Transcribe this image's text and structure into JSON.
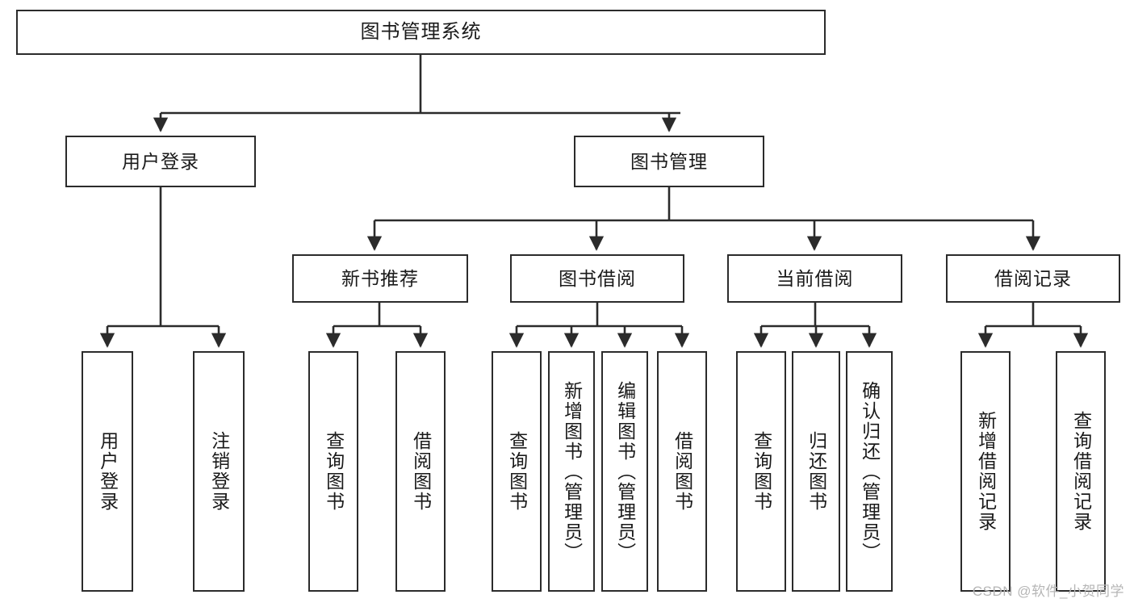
{
  "diagram": {
    "title": "图书管理系统",
    "type": "tree-hierarchy",
    "root": {
      "label": "图书管理系统"
    },
    "level2": [
      {
        "label": "用户登录"
      },
      {
        "label": "图书管理"
      }
    ],
    "level3": [
      {
        "label": "新书推荐"
      },
      {
        "label": "图书借阅"
      },
      {
        "label": "当前借阅"
      },
      {
        "label": "借阅记录"
      }
    ],
    "leaves": {
      "user_login": [
        {
          "label": "用户登录"
        },
        {
          "label": "注销登录"
        }
      ],
      "new_book_recommend": [
        {
          "label": "查询图书"
        },
        {
          "label": "借阅图书"
        }
      ],
      "book_borrow": [
        {
          "label": "查询图书"
        },
        {
          "label": "新增图书（管理员）"
        },
        {
          "label": "编辑图书（管理员）"
        },
        {
          "label": "借阅图书"
        }
      ],
      "current_borrow": [
        {
          "label": "查询图书"
        },
        {
          "label": "归还图书"
        },
        {
          "label": "确认归还（管理员）"
        }
      ],
      "borrow_record": [
        {
          "label": "新增借阅记录"
        },
        {
          "label": "查询借阅记录"
        }
      ]
    },
    "watermark": "CSDN @软件_小贺同学",
    "colors": {
      "stroke": "#2b2b2b",
      "background": "#ffffff",
      "text": "#1a1a1a",
      "watermark": "#b6b6b6"
    }
  }
}
